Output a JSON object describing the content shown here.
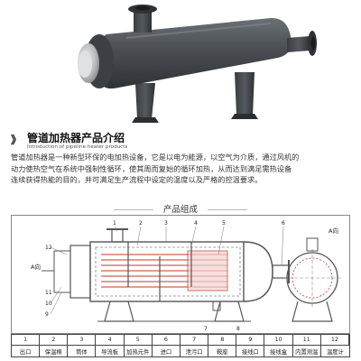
{
  "section": {
    "chevrons": "》",
    "title": "管道加热器产品介绍",
    "subtitle": "Introduction of pipeline heater products"
  },
  "intro_lines": [
    "管道加热器是一种新型环保的电加热设备，它是以电为能源，以空气为介质，通过风机的",
    "动力使热空气在系统中强制性循环，使其周而复始的循环加热，从而达到满足需热设备",
    "连续获得热能的目的，并可满足生产流程中设定的温度以及严格的控温要求。"
  ],
  "components_title": "产品组成",
  "diagram_labels": {
    "direction_left": "A向",
    "direction_right": "A向",
    "callouts": [
      "1",
      "2",
      "3",
      "4",
      "5",
      "6",
      "7",
      "8",
      "9",
      "10",
      "11",
      "12"
    ]
  },
  "legend": {
    "numbers": [
      "1",
      "2",
      "3",
      "4",
      "5",
      "6",
      "7",
      "8",
      "9",
      "10",
      "11",
      "12"
    ],
    "names": [
      "出口",
      "保温棉",
      "筒体",
      "导流板",
      "加热元件",
      "进口",
      "泄污口",
      "鞍座",
      "接线口",
      "接线盒",
      "内置测温",
      "温度计"
    ]
  },
  "colors": {
    "heater_body": "#4a4e52",
    "flange": "#3c3f43",
    "steel_end": "#c9ccce",
    "drawing_red": "#c0392b",
    "drawing_line": "#555555"
  }
}
